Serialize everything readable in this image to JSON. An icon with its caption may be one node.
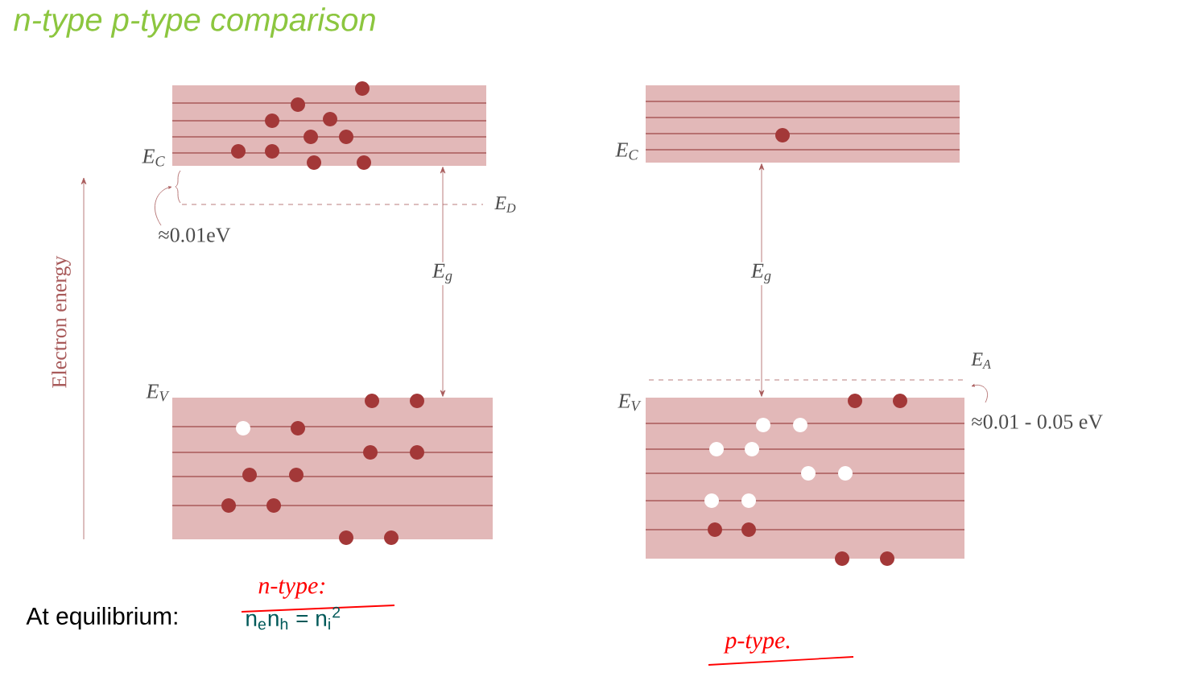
{
  "diagram": {
    "title": "n-type p-type comparison",
    "nodes": [
      {
        "text": [],
        "shape": "band",
        "beside": [
          "E$_{C}$"
        ]
      },
      {
        "text": [],
        "shape": "band",
        "beside": [
          "E$_{V}$"
        ]
      },
      {
        "text": [],
        "shape": "band",
        "beside": [
          "E$_{C}$"
        ]
      },
      {
        "text": [],
        "shape": "band",
        "beside": [
          "E$_{V}$"
        ]
      }
    ],
    "edges": [
      {
        "from": 1,
        "to": 0,
        "arrow": "both",
        "label": "E$_{g}$"
      },
      {
        "from": 3,
        "to": 2,
        "arrow": "both",
        "label": "E$_{g}$"
      }
    ],
    "labels": [
      "Electron energy",
      "E$_{D}$",
      "≈0.01eV",
      "E$_{A}$",
      "≈0.01 - 0.05 eV",
      "n-type:",
      "At equilibrium:",
      "n$_{e}$n$_{h}$ = n$_{i}$$^{2}$",
      "p-type."
    ]
  }
}
